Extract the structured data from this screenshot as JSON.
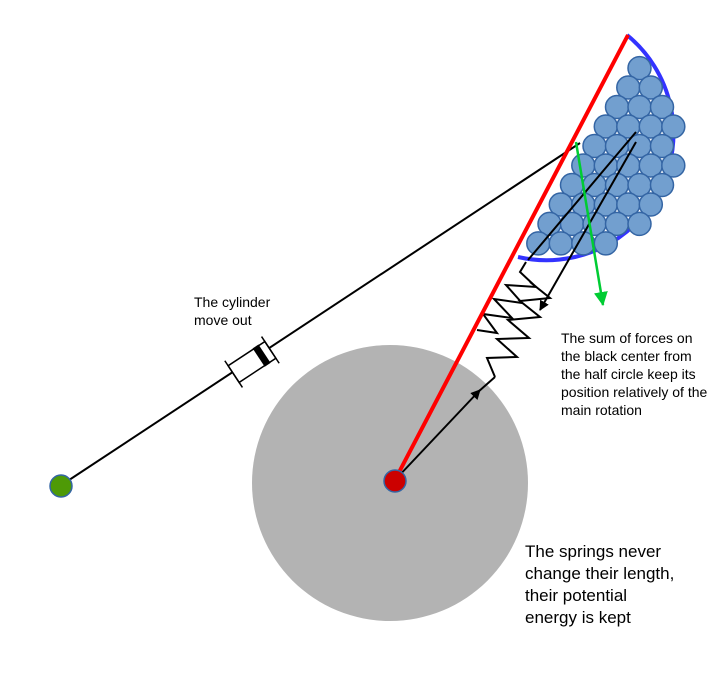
{
  "annotations": {
    "cylinder_label": [
      "The cylinder",
      "move out"
    ],
    "forces_label": [
      "The sum of forces on",
      "the black center from",
      "the half circle keep its",
      "position relatively of the",
      "main rotation"
    ],
    "springs_label": [
      "The springs never",
      "change their length,",
      "their potential",
      "energy is kept"
    ]
  },
  "colors": {
    "wheel": "#b3b3b3",
    "pivot": "#cc0000",
    "pivot_outline": "#3465a4",
    "lever": "#ff0000",
    "half_circle_outline": "#3333ff",
    "balls": "#729fcf",
    "ball_outline": "#3465a4",
    "green_arrow": "#00cc33",
    "anchor_point": "#4e9a06",
    "lines": "#000000"
  }
}
